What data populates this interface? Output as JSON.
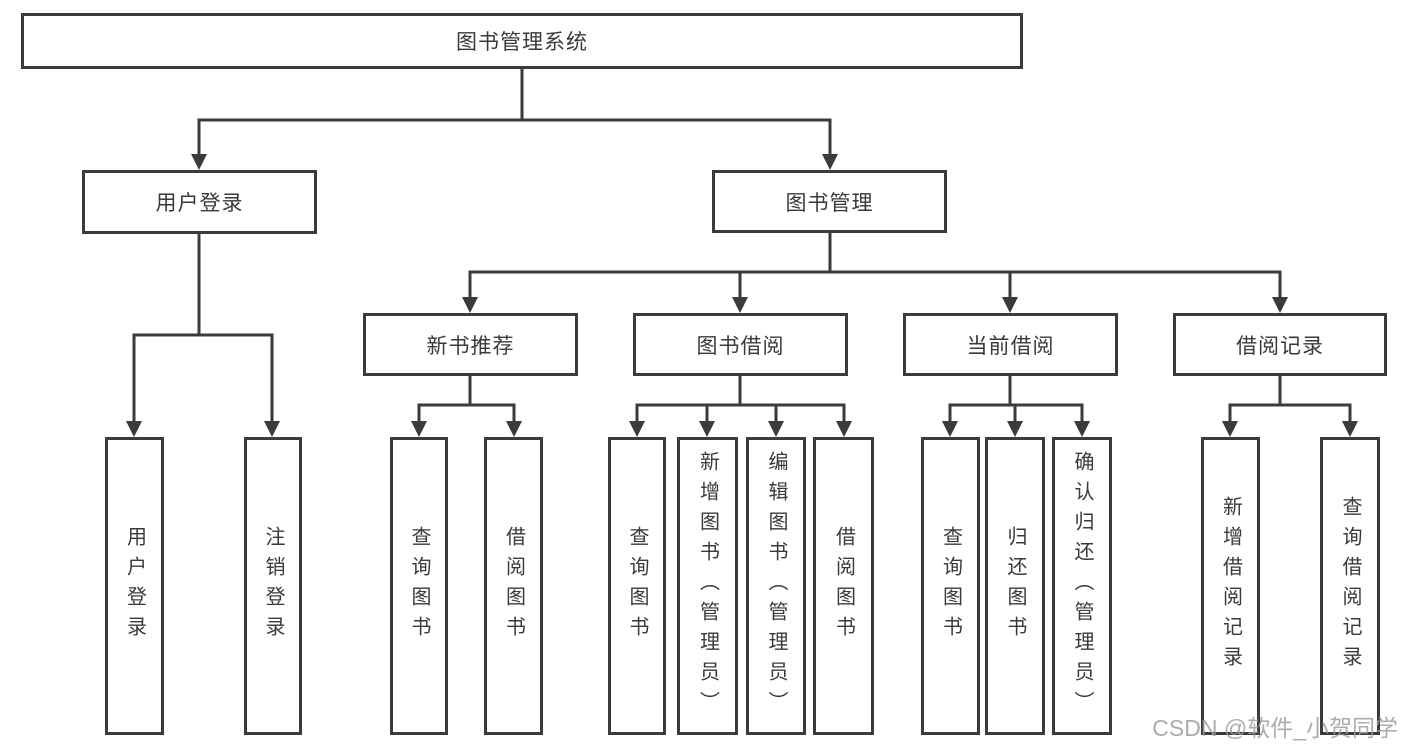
{
  "diagram_type": "functional-structure-tree",
  "tree": {
    "root": "图书管理系统",
    "branches": [
      {
        "label": "用户登录",
        "leaves": [
          "用户登录",
          "注销登录"
        ]
      },
      {
        "label": "图书管理",
        "sections": [
          {
            "label": "新书推荐",
            "leaves": [
              "查询图书",
              "借阅图书"
            ]
          },
          {
            "label": "图书借阅",
            "leaves": [
              "查询图书",
              "新增图书（管理员）",
              "编辑图书（管理员）",
              "借阅图书"
            ]
          },
          {
            "label": "当前借阅",
            "leaves": [
              "查询图书",
              "归还图书",
              "确认归还（管理员）"
            ]
          },
          {
            "label": "借阅记录",
            "leaves": [
              "新增借阅记录",
              "查询借阅记录"
            ]
          }
        ]
      }
    ]
  },
  "watermark": {
    "text": "CSDN @软件_小贺同学"
  },
  "colors": {
    "line": "#3b3b3b",
    "box_border": "#3b3b3b",
    "box_fill": "#ffffff",
    "text": "#3a3a3a",
    "watermark": "#9e9e9e",
    "background": "#ffffff"
  }
}
